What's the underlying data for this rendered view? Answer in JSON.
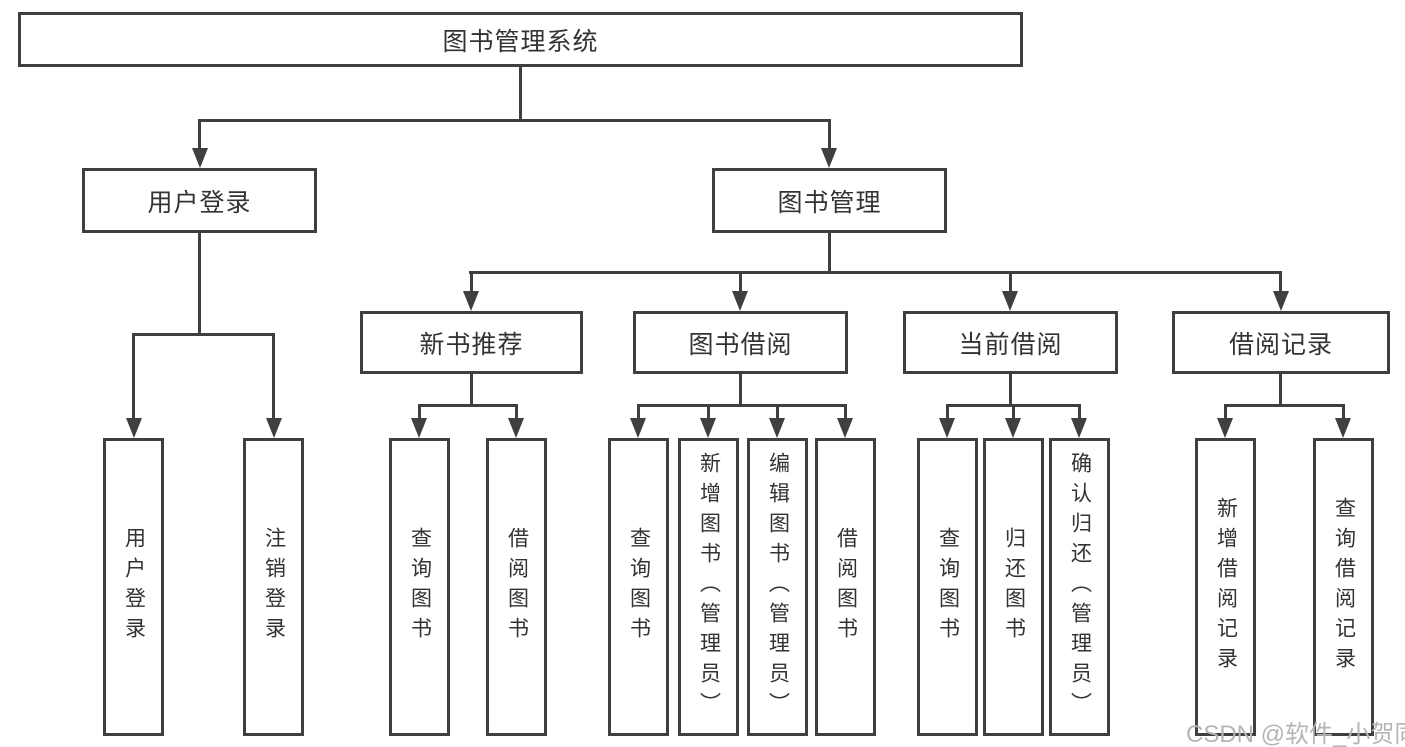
{
  "tree": {
    "label": "图书管理系统",
    "children": [
      {
        "label": "用户登录",
        "children": [
          {
            "label": "用户登录"
          },
          {
            "label": "注销登录"
          }
        ]
      },
      {
        "label": "图书管理",
        "children": [
          {
            "label": "新书推荐",
            "children": [
              {
                "label": "查询图书"
              },
              {
                "label": "借阅图书"
              }
            ]
          },
          {
            "label": "图书借阅",
            "children": [
              {
                "label": "查询图书"
              },
              {
                "label": "新增图书（管理员）"
              },
              {
                "label": "编辑图书（管理员）"
              },
              {
                "label": "借阅图书"
              }
            ]
          },
          {
            "label": "当前借阅",
            "children": [
              {
                "label": "查询图书"
              },
              {
                "label": "归还图书"
              },
              {
                "label": "确认归还（管理员）"
              }
            ]
          },
          {
            "label": "借阅记录",
            "children": [
              {
                "label": "新增借阅记录"
              },
              {
                "label": "查询借阅记录"
              }
            ]
          }
        ]
      }
    ]
  },
  "watermark": {
    "text": "CSDN @软件_小贺同学"
  },
  "colors": {
    "line": "#3f3f3f",
    "border": "#3f3f3f",
    "text": "#333333",
    "watermark": "#b5b5b5",
    "background": "#ffffff"
  }
}
